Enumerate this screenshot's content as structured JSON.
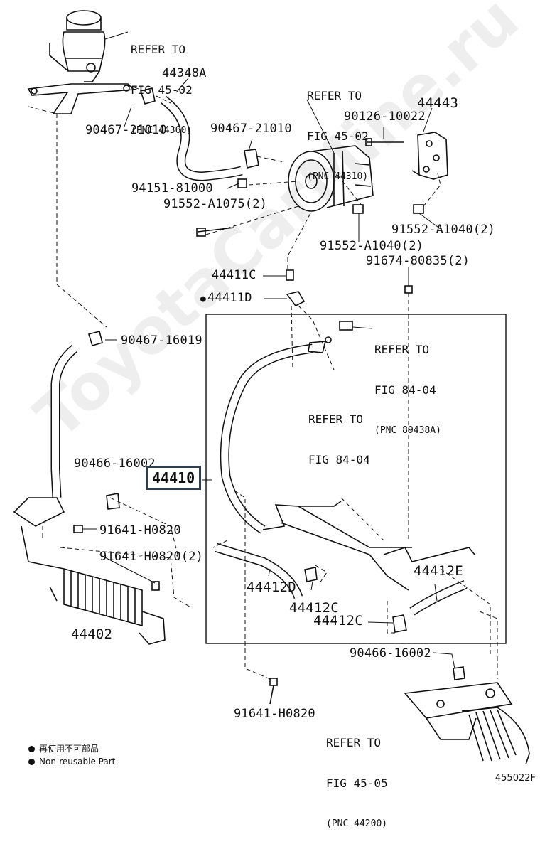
{
  "refs": {
    "reservoir": {
      "line1": "REFER TO",
      "line2": "FIG 45-02",
      "line3": "(PNC 44360)"
    },
    "pump": {
      "line1": "REFER TO",
      "line2": "FIG 45-02",
      "line3": "(PNC 44310)"
    },
    "sensor": {
      "line1": "REFER TO",
      "line2": "FIG 84-04",
      "line3": "(PNC 89438A)"
    },
    "switch": {
      "line1": "REFER TO",
      "line2": "FIG 84-04"
    },
    "gear": {
      "line1": "REFER TO",
      "line2": "FIG 45-05",
      "line3": "(PNC 44200)"
    }
  },
  "parts": {
    "p44348A": "44348A",
    "p90467_21010_a": "90467-21010",
    "p90467_21010_b": "90467-21010",
    "p90126_10022": "90126-10022",
    "p44443": "44443",
    "p94151_81000": "94151-81000",
    "p91552_A1075": "91552-A1075(2)",
    "p91552_A1040_a": "91552-A1040(2)",
    "p91552_A1040_b": "91552-A1040(2)",
    "p91674_80835": "91674-80835(2)",
    "p44411C": "44411C",
    "p44411D": "44411D",
    "p90467_16019": "90467-16019",
    "p90466_16002_a": "90466-16002",
    "p44410": "44410",
    "p91641_H0820_a": "91641-H0820",
    "p91641_H0820_b": "91641-H0820(2)",
    "p44412D": "44412D",
    "p44412E": "44412E",
    "p44412C_a": "44412C",
    "p44412C_b": "44412C",
    "p44402": "44402",
    "p90466_16002_b": "90466-16002",
    "p91641_H0820_c": "91641-H0820"
  },
  "legend": {
    "line1": "再使用不可部品",
    "line2": "Non-reusable Part"
  },
  "figure_id": "455022F",
  "watermark": "ToyotaCarMine.ru"
}
